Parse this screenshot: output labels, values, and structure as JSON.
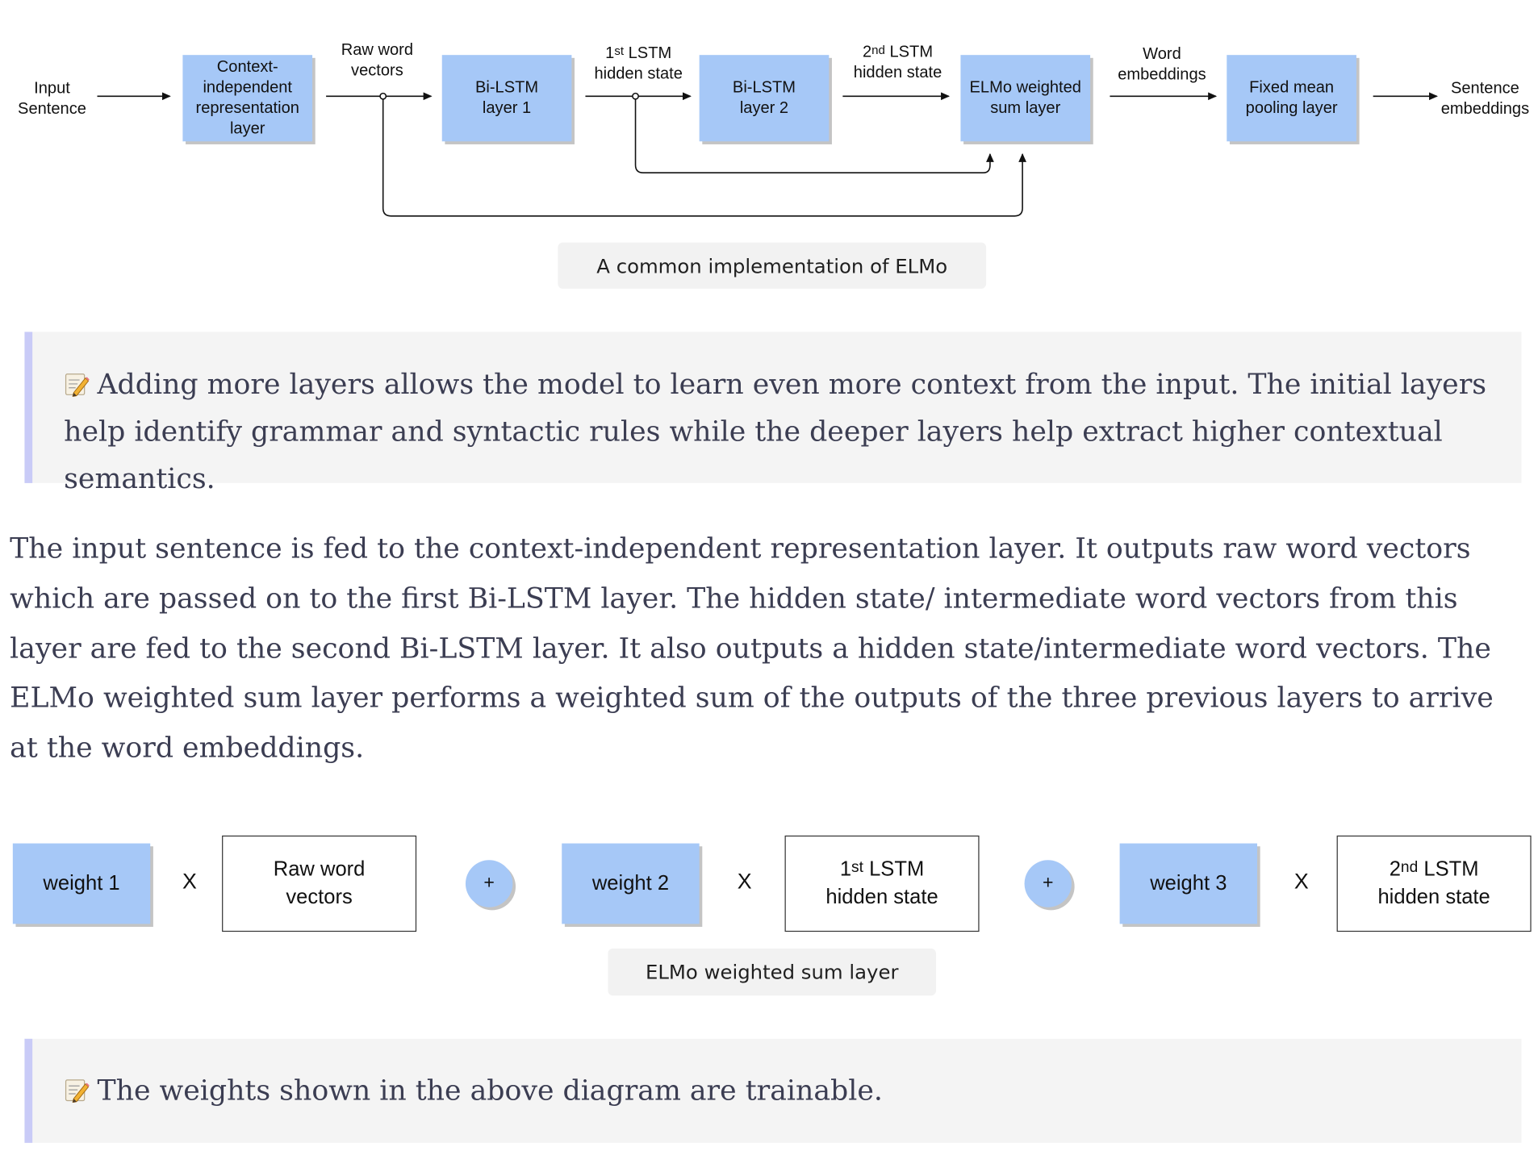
{
  "diagram_top": {
    "nodes": {
      "input": [
        "Input",
        "Sentence"
      ],
      "context_layer": [
        "Context-",
        "independent",
        "representation",
        "layer"
      ],
      "bilstm1": [
        "Bi-LSTM",
        "layer 1"
      ],
      "bilstm2": [
        "Bi-LSTM",
        "layer 2"
      ],
      "elmo_sum": [
        "ELMo weighted",
        "sum layer"
      ],
      "pooling": [
        "Fixed mean",
        "pooling layer"
      ],
      "output": [
        "Sentence",
        "embeddings"
      ]
    },
    "edge_labels": {
      "raw_vectors": [
        "Raw word",
        "vectors"
      ],
      "first_hidden": {
        "ordinal": "1",
        "suffix": "st",
        "rest": " LSTM",
        "line2": "hidden state"
      },
      "second_hidden": {
        "ordinal": "2",
        "suffix": "nd",
        "rest": " LSTM",
        "line2": "hidden state"
      },
      "word_embeddings": [
        "Word",
        "embeddings"
      ]
    },
    "caption": "A common implementation of ELMo"
  },
  "note1": {
    "icon": "memo-icon",
    "text": "Adding more layers allows the model to learn even more context from the input. The initial layers help identify grammar and syntactic rules while the deeper layers help extract higher contextual semantics."
  },
  "paragraph": "The input sentence is fed to the context-independent representation layer. It outputs raw word vectors which are passed on to the first Bi-LSTM layer. The hidden state/ intermediate word vectors from this layer are fed to the second Bi-LSTM layer. It also outputs a hidden state/intermediate word vectors. The ELMo weighted sum layer performs a weighted sum of the outputs of the three previous layers to arrive at the word embeddings.",
  "diagram_weighted": {
    "weights": [
      "weight 1",
      "weight 2",
      "weight 3"
    ],
    "times": "X",
    "plus": "+",
    "inputs": {
      "raw": [
        "Raw word",
        "vectors"
      ],
      "first": {
        "ordinal": "1",
        "suffix": "st",
        "rest": " LSTM",
        "line2": "hidden state"
      },
      "second": {
        "ordinal": "2",
        "suffix": "nd",
        "rest": " LSTM",
        "line2": "hidden state"
      }
    },
    "caption": "ELMo weighted sum layer"
  },
  "note2": {
    "icon": "memo-icon",
    "text": "The weights shown in the above diagram are trainable."
  },
  "colors": {
    "block_fill": "#a6c8f7",
    "block_shadow": "#c4c4c4",
    "note_background": "#f4f4f4",
    "note_border": "#c9cbf7",
    "body_text": "#3b3d52"
  }
}
